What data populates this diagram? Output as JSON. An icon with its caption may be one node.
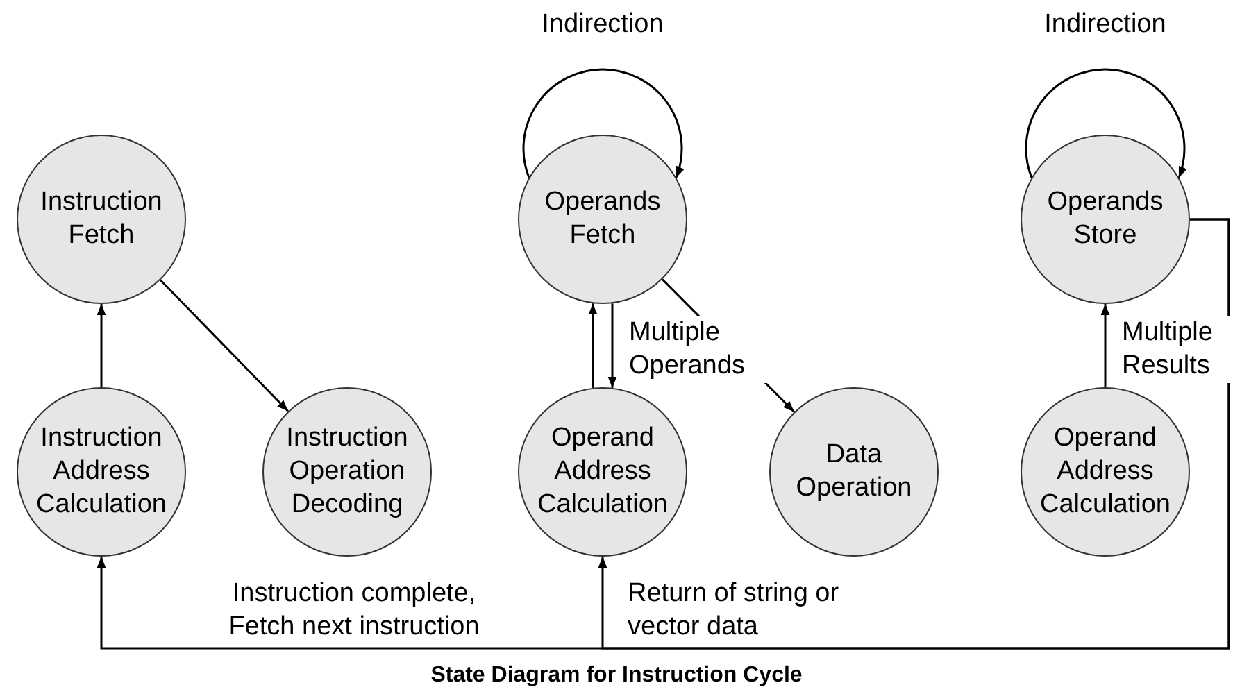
{
  "diagram": {
    "caption": "State Diagram for Instruction Cycle",
    "nodes": [
      {
        "text": [
          "Instruction Fetch"
        ]
      },
      {
        "text": [
          "Operands Fetch"
        ]
      },
      {
        "text": [
          "Operands Store"
        ]
      },
      {
        "text": [
          "Instruction Address Calculation"
        ]
      },
      {
        "text": [
          "Instruction Operation Decoding"
        ]
      },
      {
        "text": [
          "Operand Address Calculation"
        ]
      },
      {
        "text": [
          "Data Operation"
        ]
      },
      {
        "text": [
          "Operand Address Calculation"
        ]
      }
    ],
    "edges": [
      {
        "from": 3,
        "to": 0,
        "arrow": "to"
      },
      {
        "from": 0,
        "to": 4,
        "arrow": "to"
      },
      {
        "from": 1,
        "to": 1,
        "arrow": "to",
        "label": "Indirection"
      },
      {
        "from": 5,
        "to": 1,
        "arrow": "to"
      },
      {
        "from": 1,
        "to": 5,
        "arrow": "to",
        "label": "Multiple Operands"
      },
      {
        "from": 1,
        "to": 6,
        "arrow": "to"
      },
      {
        "from": 2,
        "to": 2,
        "arrow": "to",
        "label": "Indirection"
      },
      {
        "from": 7,
        "to": 2,
        "arrow": "to",
        "label": "Multiple Results"
      },
      {
        "from": 2,
        "to": 3,
        "arrow": "to",
        "label": "Instruction complete, Fetch next instruction"
      },
      {
        "from": 2,
        "to": 5,
        "arrow": "to",
        "label": "Return of string or vector data"
      }
    ]
  }
}
